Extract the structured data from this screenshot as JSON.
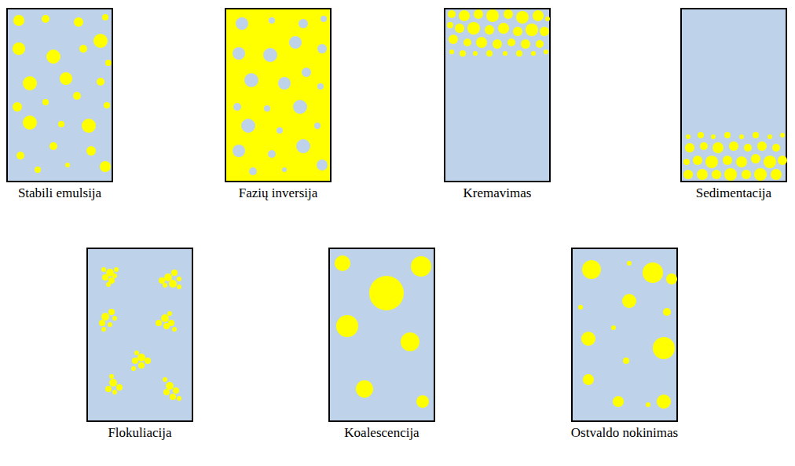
{
  "diagram": {
    "nodes": [
      {
        "text": [
          "Stabili emulsija"
        ]
      },
      {
        "text": [
          "Fazių inversija"
        ]
      },
      {
        "text": [
          "Kremavimas"
        ]
      },
      {
        "text": [
          "Sedimentacija"
        ]
      },
      {
        "text": [
          "Flokuliacija"
        ]
      },
      {
        "text": [
          "Koalescencija"
        ]
      },
      {
        "text": [
          "Ostvaldo nokinimas"
        ]
      }
    ]
  }
}
